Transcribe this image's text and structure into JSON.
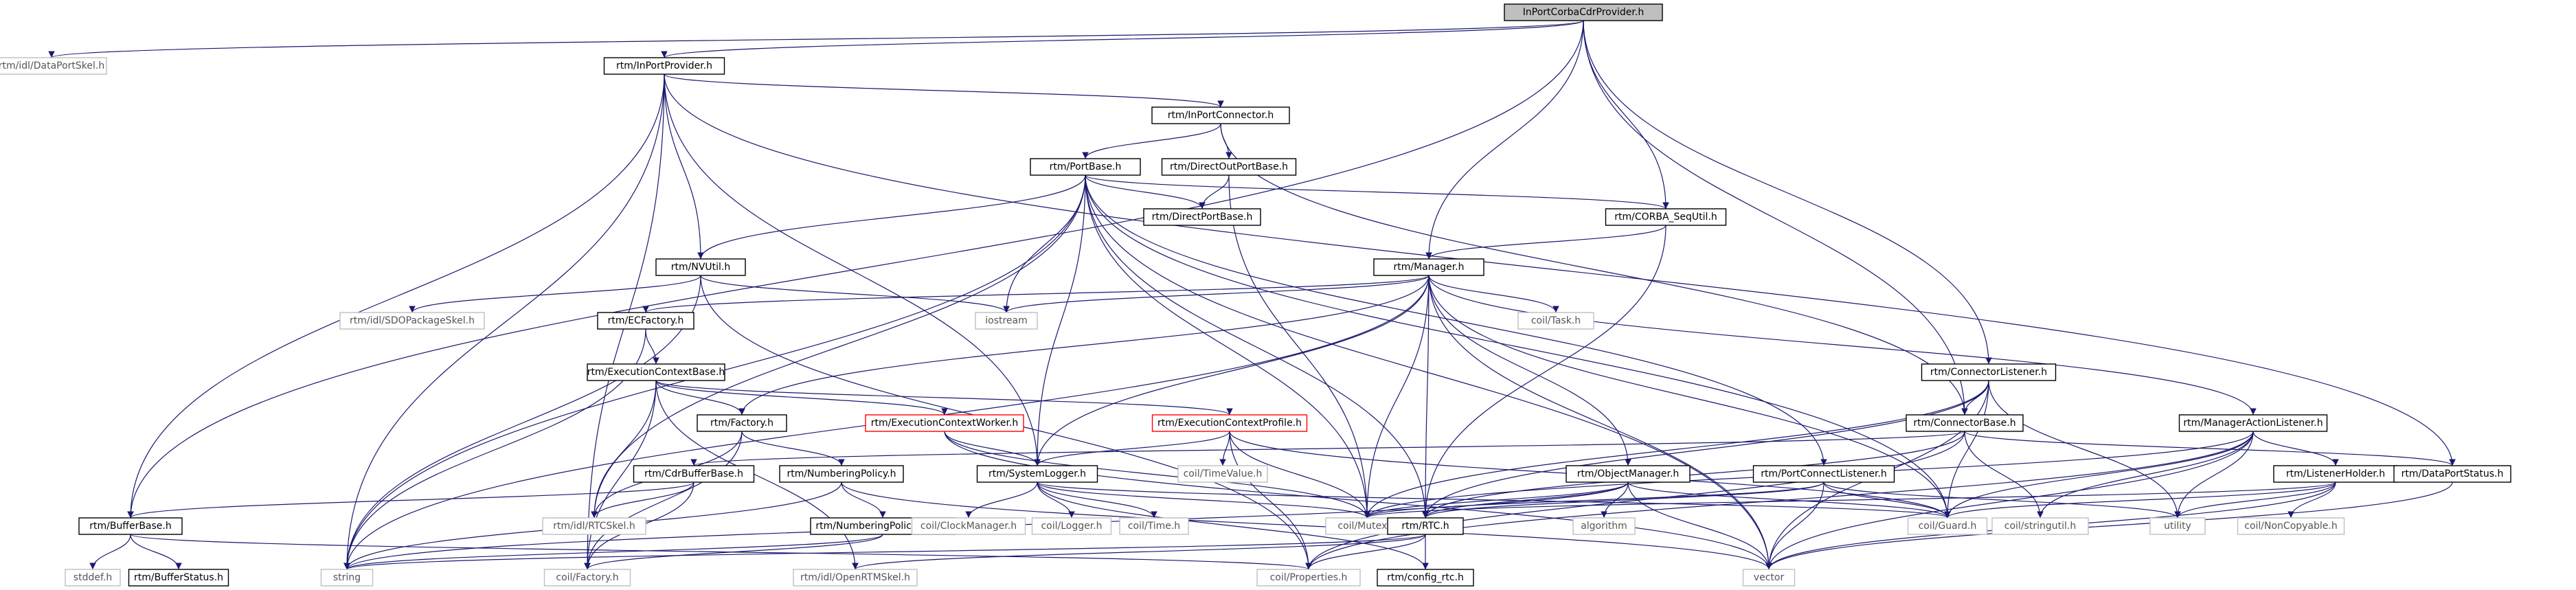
{
  "nodes": [
    {
      "id": "root",
      "label": "InPortCorbaCdrProvider.h",
      "style": "sel",
      "interactable": true
    },
    {
      "id": "dataportskel",
      "label": "rtm/idl/DataPortSkel.h",
      "style": "ext",
      "interactable": false
    },
    {
      "id": "inportprovider",
      "label": "rtm/InPortProvider.h",
      "style": "normal",
      "interactable": true
    },
    {
      "id": "inportconnector",
      "label": "rtm/InPortConnector.h",
      "style": "normal",
      "interactable": true
    },
    {
      "id": "portbase",
      "label": "rtm/PortBase.h",
      "style": "normal",
      "interactable": true
    },
    {
      "id": "directoutportbase",
      "label": "rtm/DirectOutPortBase.h",
      "style": "normal",
      "interactable": true
    },
    {
      "id": "directportbase",
      "label": "rtm/DirectPortBase.h",
      "style": "normal",
      "interactable": true
    },
    {
      "id": "corbaseq",
      "label": "rtm/CORBA_SeqUtil.h",
      "style": "normal",
      "interactable": true
    },
    {
      "id": "nvutil",
      "label": "rtm/NVUtil.h",
      "style": "normal",
      "interactable": true
    },
    {
      "id": "sdopackage",
      "label": "rtm/idl/SDOPackageSkel.h",
      "style": "ext",
      "interactable": false
    },
    {
      "id": "manager",
      "label": "rtm/Manager.h",
      "style": "normal",
      "interactable": true
    },
    {
      "id": "iostream",
      "label": "iostream",
      "style": "ext",
      "interactable": false
    },
    {
      "id": "coiltask",
      "label": "coil/Task.h",
      "style": "ext",
      "interactable": false
    },
    {
      "id": "ecfactory",
      "label": "rtm/ECFactory.h",
      "style": "normal",
      "interactable": true
    },
    {
      "id": "ecbase",
      "label": "rtm/ExecutionContextBase.h",
      "style": "normal",
      "interactable": true
    },
    {
      "id": "factory",
      "label": "rtm/Factory.h",
      "style": "normal",
      "interactable": true
    },
    {
      "id": "ecworker",
      "label": "rtm/ExecutionContextWorker.h",
      "style": "trunc",
      "interactable": true
    },
    {
      "id": "ecprofile",
      "label": "rtm/ExecutionContextProfile.h",
      "style": "trunc",
      "interactable": true
    },
    {
      "id": "connlistener",
      "label": "rtm/ConnectorListener.h",
      "style": "normal",
      "interactable": true
    },
    {
      "id": "connbase",
      "label": "rtm/ConnectorBase.h",
      "style": "normal",
      "interactable": true
    },
    {
      "id": "mgractlistener",
      "label": "rtm/ManagerActionListener.h",
      "style": "normal",
      "interactable": true
    },
    {
      "id": "cdrbufferbase",
      "label": "rtm/CdrBufferBase.h",
      "style": "normal",
      "interactable": true
    },
    {
      "id": "numberingpolicy",
      "label": "rtm/NumberingPolicy.h",
      "style": "normal",
      "interactable": true
    },
    {
      "id": "systemlogger",
      "label": "rtm/SystemLogger.h",
      "style": "normal",
      "interactable": true
    },
    {
      "id": "timevalue",
      "label": "coil/TimeValue.h",
      "style": "ext",
      "interactable": false
    },
    {
      "id": "objectmanager",
      "label": "rtm/ObjectManager.h",
      "style": "normal",
      "interactable": true
    },
    {
      "id": "portconnlistener",
      "label": "rtm/PortConnectListener.h",
      "style": "normal",
      "interactable": true
    },
    {
      "id": "listenerholder",
      "label": "rtm/ListenerHolder.h",
      "style": "normal",
      "interactable": true
    },
    {
      "id": "dataportstatus",
      "label": "rtm/DataPortStatus.h",
      "style": "normal",
      "interactable": true
    },
    {
      "id": "bufferbase",
      "label": "rtm/BufferBase.h",
      "style": "normal",
      "interactable": true
    },
    {
      "id": "rtcskel",
      "label": "rtm/idl/RTCSkel.h",
      "style": "ext",
      "interactable": false
    },
    {
      "id": "numberingpolicybase",
      "label": "rtm/NumberingPolicyBase.h",
      "style": "normal",
      "interactable": true
    },
    {
      "id": "clockmanager",
      "label": "coil/ClockManager.h",
      "style": "ext",
      "interactable": false
    },
    {
      "id": "coillogger",
      "label": "coil/Logger.h",
      "style": "ext",
      "interactable": false
    },
    {
      "id": "coiltime",
      "label": "coil/Time.h",
      "style": "ext",
      "interactable": false
    },
    {
      "id": "coilmutex",
      "label": "coil/Mutex.h",
      "style": "ext",
      "interactable": false
    },
    {
      "id": "rtmrtc",
      "label": "rtm/RTC.h",
      "style": "normal",
      "interactable": true
    },
    {
      "id": "algorithm",
      "label": "algorithm",
      "style": "ext",
      "interactable": false
    },
    {
      "id": "coilguard",
      "label": "coil/Guard.h",
      "style": "ext",
      "interactable": false
    },
    {
      "id": "stringutil",
      "label": "coil/stringutil.h",
      "style": "ext",
      "interactable": false
    },
    {
      "id": "utility",
      "label": "utility",
      "style": "ext",
      "interactable": false
    },
    {
      "id": "noncopyable",
      "label": "coil/NonCopyable.h",
      "style": "ext",
      "interactable": false
    },
    {
      "id": "stddef",
      "label": "stddef.h",
      "style": "ext",
      "interactable": false
    },
    {
      "id": "bufferstatus",
      "label": "rtm/BufferStatus.h",
      "style": "normal",
      "interactable": true
    },
    {
      "id": "string",
      "label": "string",
      "style": "ext",
      "interactable": false
    },
    {
      "id": "coilfactory",
      "label": "coil/Factory.h",
      "style": "ext",
      "interactable": false
    },
    {
      "id": "openrtmskel",
      "label": "rtm/idl/OpenRTMSkel.h",
      "style": "ext",
      "interactable": false
    },
    {
      "id": "configrtc",
      "label": "rtm/config_rtc.h",
      "style": "normal",
      "interactable": true
    },
    {
      "id": "coilproperties",
      "label": "coil/Properties.h",
      "style": "ext",
      "interactable": false
    },
    {
      "id": "vector",
      "label": "vector",
      "style": "ext",
      "interactable": false
    }
  ],
  "edges": [
    [
      "root",
      "dataportskel"
    ],
    [
      "root",
      "inportprovider"
    ],
    [
      "root",
      "bufferbase"
    ],
    [
      "root",
      "manager"
    ],
    [
      "root",
      "corbaseq"
    ],
    [
      "root",
      "connlistener"
    ],
    [
      "root",
      "connbase"
    ],
    [
      "inportprovider",
      "inportconnector"
    ],
    [
      "inportprovider",
      "nvutil"
    ],
    [
      "inportprovider",
      "bufferbase"
    ],
    [
      "inportprovider",
      "string"
    ],
    [
      "inportprovider",
      "coilfactory"
    ],
    [
      "inportprovider",
      "systemlogger"
    ],
    [
      "inportprovider",
      "dataportstatus"
    ],
    [
      "inportconnector",
      "portbase"
    ],
    [
      "inportconnector",
      "directoutportbase"
    ],
    [
      "inportconnector",
      "connbase"
    ],
    [
      "portbase",
      "directportbase"
    ],
    [
      "portbase",
      "corbaseq"
    ],
    [
      "portbase",
      "nvutil"
    ],
    [
      "portbase",
      "string"
    ],
    [
      "portbase",
      "iostream"
    ],
    [
      "portbase",
      "systemlogger"
    ],
    [
      "portbase",
      "rtcskel"
    ],
    [
      "portbase",
      "coilmutex"
    ],
    [
      "portbase",
      "rtmrtc"
    ],
    [
      "portbase",
      "coilguard"
    ],
    [
      "portbase",
      "portconnlistener"
    ],
    [
      "portbase",
      "vector"
    ],
    [
      "directoutportbase",
      "directportbase"
    ],
    [
      "directoutportbase",
      "coilmutex"
    ],
    [
      "corbaseq",
      "manager"
    ],
    [
      "corbaseq",
      "rtmrtc"
    ],
    [
      "nvutil",
      "sdopackage"
    ],
    [
      "nvutil",
      "iostream"
    ],
    [
      "nvutil",
      "string"
    ],
    [
      "nvutil",
      "coilproperties"
    ],
    [
      "manager",
      "iostream"
    ],
    [
      "manager",
      "coiltask"
    ],
    [
      "manager",
      "ecfactory"
    ],
    [
      "manager",
      "factory"
    ],
    [
      "manager",
      "systemlogger"
    ],
    [
      "manager",
      "coilmutex"
    ],
    [
      "manager",
      "rtmrtc"
    ],
    [
      "manager",
      "objectmanager"
    ],
    [
      "manager",
      "coilguard"
    ],
    [
      "manager",
      "mgractlistener"
    ],
    [
      "manager",
      "vector"
    ],
    [
      "manager",
      "string"
    ],
    [
      "ecfactory",
      "ecbase"
    ],
    [
      "ecfactory",
      "string"
    ],
    [
      "ecbase",
      "factory"
    ],
    [
      "ecbase",
      "ecworker"
    ],
    [
      "ecbase",
      "ecprofile"
    ],
    [
      "ecbase",
      "rtcskel"
    ],
    [
      "ecbase",
      "coilfactory"
    ],
    [
      "ecbase",
      "openrtmskel"
    ],
    [
      "factory",
      "numberingpolicy"
    ],
    [
      "factory",
      "coilfactory"
    ],
    [
      "factory",
      "rtcskel"
    ],
    [
      "ecworker",
      "systemlogger"
    ],
    [
      "ecworker",
      "coilmutex"
    ],
    [
      "ecworker",
      "vector"
    ],
    [
      "ecprofile",
      "systemlogger"
    ],
    [
      "ecprofile",
      "timevalue"
    ],
    [
      "ecprofile",
      "coilmutex"
    ],
    [
      "ecprofile",
      "coilproperties"
    ],
    [
      "ecprofile",
      "coilguard"
    ],
    [
      "connlistener",
      "connbase"
    ],
    [
      "connlistener",
      "coilmutex"
    ],
    [
      "connlistener",
      "coilguard"
    ],
    [
      "connlistener",
      "vector"
    ],
    [
      "connlistener",
      "utility"
    ],
    [
      "connlistener",
      "rtmrtc"
    ],
    [
      "connbase",
      "cdrbufferbase"
    ],
    [
      "connbase",
      "dataportstatus"
    ],
    [
      "connbase",
      "coilproperties"
    ],
    [
      "connbase",
      "rtmrtc"
    ],
    [
      "connbase",
      "stringutil"
    ],
    [
      "mgractlistener",
      "listenerholder"
    ],
    [
      "mgractlistener",
      "coilmutex"
    ],
    [
      "mgractlistener",
      "coilguard"
    ],
    [
      "mgractlistener",
      "vector"
    ],
    [
      "mgractlistener",
      "utility"
    ],
    [
      "mgractlistener",
      "stringutil"
    ],
    [
      "mgractlistener",
      "coilproperties"
    ],
    [
      "cdrbufferbase",
      "bufferbase"
    ],
    [
      "cdrbufferbase",
      "coilfactory"
    ],
    [
      "cdrbufferbase",
      "rtcskel"
    ],
    [
      "numberingpolicy",
      "numberingpolicybase"
    ],
    [
      "numberingpolicy",
      "string"
    ],
    [
      "numberingpolicy",
      "vector"
    ],
    [
      "systemlogger",
      "clockmanager"
    ],
    [
      "systemlogger",
      "coillogger"
    ],
    [
      "systemlogger",
      "coiltime"
    ],
    [
      "systemlogger",
      "coilmutex"
    ],
    [
      "systemlogger",
      "coilguard"
    ],
    [
      "systemlogger",
      "configrtc"
    ],
    [
      "objectmanager",
      "algorithm"
    ],
    [
      "objectmanager",
      "coilmutex"
    ],
    [
      "objectmanager",
      "coilguard"
    ],
    [
      "objectmanager",
      "vector"
    ],
    [
      "objectmanager",
      "string"
    ],
    [
      "objectmanager",
      "rtmrtc"
    ],
    [
      "portconnlistener",
      "coilmutex"
    ],
    [
      "portconnlistener",
      "coilguard"
    ],
    [
      "portconnlistener",
      "vector"
    ],
    [
      "portconnlistener",
      "rtmrtc"
    ],
    [
      "portconnlistener",
      "utility"
    ],
    [
      "listenerholder",
      "coilmutex"
    ],
    [
      "listenerholder",
      "coilguard"
    ],
    [
      "listenerholder",
      "utility"
    ],
    [
      "listenerholder",
      "noncopyable"
    ],
    [
      "listenerholder",
      "vector"
    ],
    [
      "dataportstatus",
      "vector"
    ],
    [
      "bufferbase",
      "stddef"
    ],
    [
      "bufferbase",
      "bufferstatus"
    ],
    [
      "bufferbase",
      "coilproperties"
    ],
    [
      "numberingpolicybase",
      "coilfactory"
    ],
    [
      "numberingpolicybase",
      "string"
    ],
    [
      "rtmrtc",
      "openrtmskel"
    ],
    [
      "rtmrtc",
      "configrtc"
    ],
    [
      "rtmrtc",
      "coilproperties"
    ],
    [
      "rtmrtc",
      "string"
    ]
  ]
}
